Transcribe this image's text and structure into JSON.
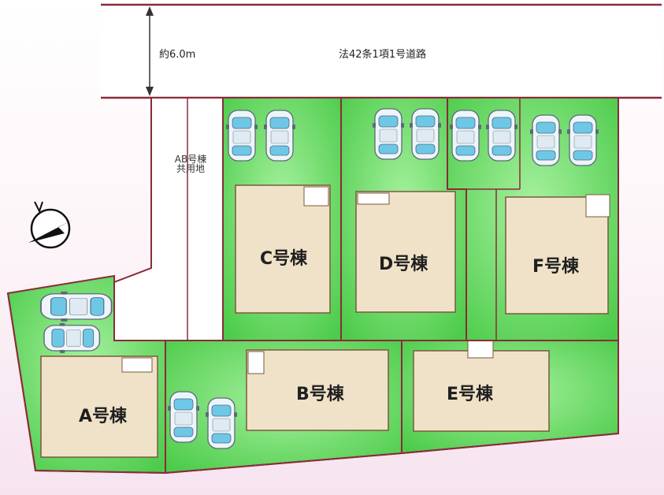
{
  "road": {
    "label": "法42条1項1号道路",
    "width_label": "約6.0m"
  },
  "common_area": {
    "line1": "AB号棟",
    "line2": "共用地"
  },
  "buildings": {
    "a": "A号棟",
    "b": "B号棟",
    "c": "C号棟",
    "d": "D号棟",
    "e": "E号棟",
    "f": "F号棟"
  },
  "colors": {
    "lot_green": "#55d255",
    "lot_green_light": "#9ff09a",
    "building_fill": "#efe2c8",
    "boundary": "#8a2b3a",
    "road_fill": "#ffffff",
    "car_body": "#eaf4fa",
    "car_glass": "#6fc7e6"
  },
  "icons": {
    "north_compass": "compass-north-arrow-icon",
    "car": "car-icon"
  }
}
